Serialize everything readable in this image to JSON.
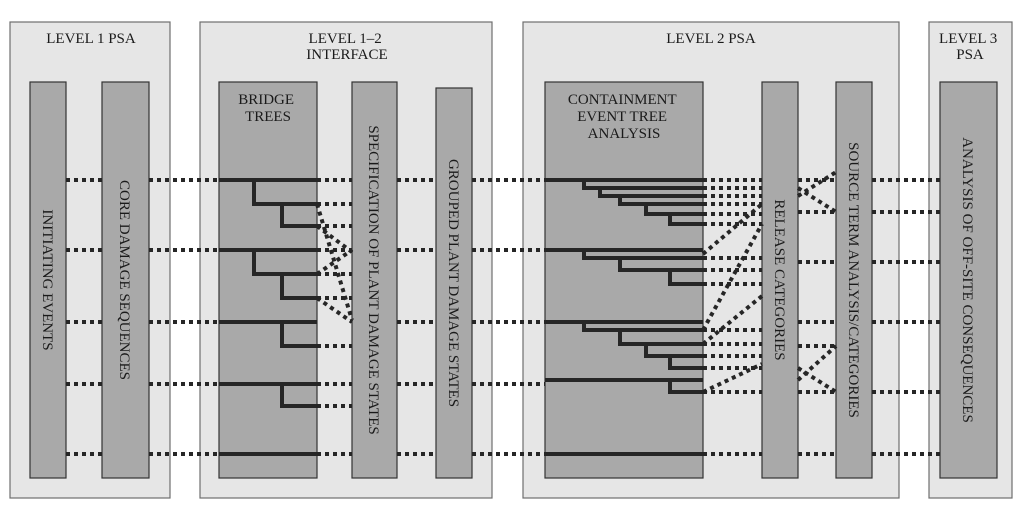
{
  "panels": {
    "level1": {
      "title_lines": [
        "LEVEL 1 PSA"
      ]
    },
    "interface": {
      "title_lines": [
        "LEVEL 1–2",
        "INTERFACE"
      ]
    },
    "level2": {
      "title_lines": [
        "LEVEL 2 PSA"
      ]
    },
    "level3": {
      "title_lines": [
        "LEVEL 3",
        "PSA"
      ]
    }
  },
  "columns": {
    "initiating_events": "INITIATING EVENTS",
    "core_damage_sequences": "CORE DAMAGE SEQUENCES",
    "bridge_trees": [
      "BRIDGE",
      "TREES"
    ],
    "specification_pds": "SPECIFICATION OF PLANT DAMAGE STATES",
    "grouped_pds": "GROUPED PLANT DAMAGE STATES",
    "containment_event_tree": [
      "CONTAINMENT",
      "EVENT TREE",
      "ANALYSIS"
    ],
    "release_categories": "RELEASE CATEGORIES",
    "source_term": "SOURCE TERM ANALYSIS/CATEGORIES",
    "offsite_consequences": "ANALYSIS OF OFF-SITE CONSEQUENCES"
  },
  "colors": {
    "panel_fill": "#e6e6e6",
    "column_fill": "#a9a9a9",
    "line": "#262626"
  }
}
